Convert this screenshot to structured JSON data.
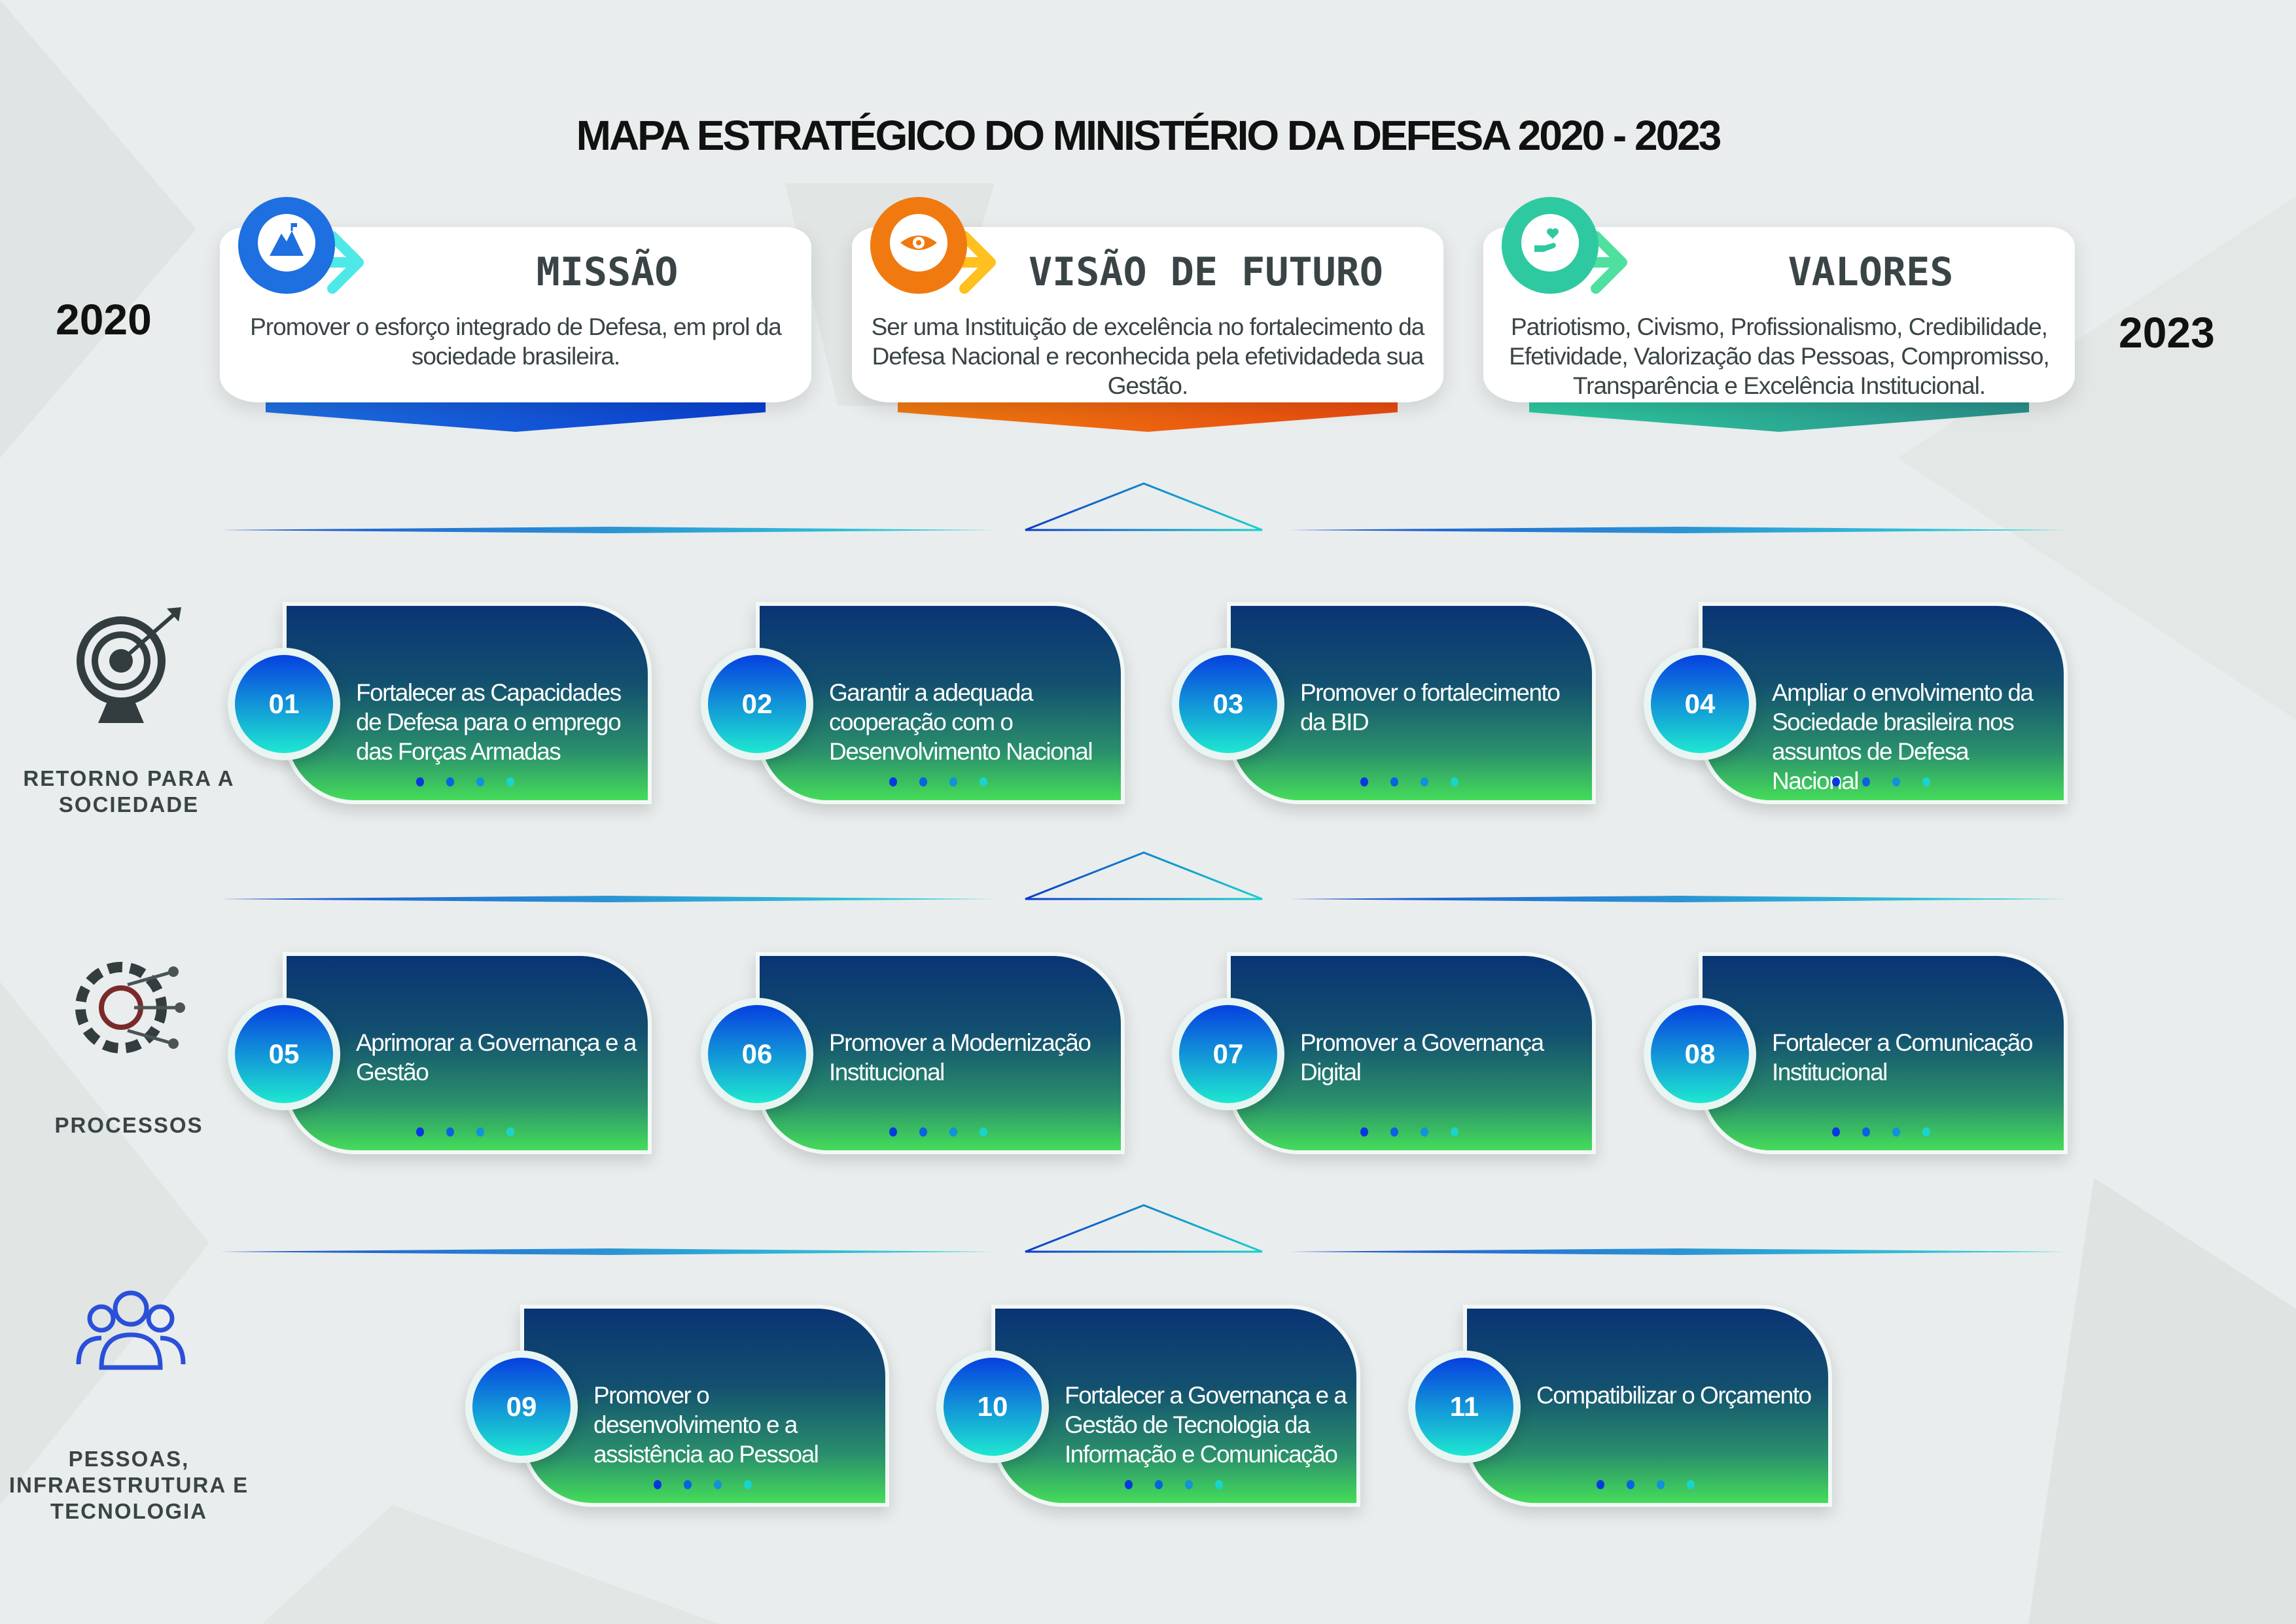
{
  "title": "MAPA ESTRATÉGICO DO MINISTÉRIO DA DEFESA 2020 - 2023",
  "year_start": "2020",
  "year_end": "2023",
  "top_boxes": [
    {
      "heading": "MISSÃO",
      "body": "Promover o esforço integrado de Defesa, em prol da sociedade brasileira.",
      "icon": "mountain-flag-icon",
      "color": "#1e6fe0"
    },
    {
      "heading": "VISÃO DE FUTURO",
      "body": "Ser uma Instituição de excelência no fortalecimento da Defesa Nacional e reconhecida pela efetividadeda sua Gestão.",
      "icon": "eye-icon",
      "color": "#f07a10"
    },
    {
      "heading": "VALORES",
      "body": "Patriotismo, Civismo, Profissionalismo, Credibilidade, Efetividade, Valorização das Pessoas, Compromisso, Transparência e Excelência Institucional.",
      "icon": "hand-heart-icon",
      "color": "#2ec9a0"
    }
  ],
  "perspectives": [
    {
      "label": "RETORNO PARA A SOCIEDADE",
      "icon": "target-icon"
    },
    {
      "label": "PROCESSOS",
      "icon": "gear-circuit-icon"
    },
    {
      "label": "PESSOAS, INFRAESTRUTURA E TECNOLOGIA",
      "icon": "people-icon"
    }
  ],
  "objectives": [
    {
      "num": "01",
      "text": "Fortalecer as Capacidades de Defesa para o emprego das Forças Armadas"
    },
    {
      "num": "02",
      "text": "Garantir a adequada cooperação com o Desenvolvimento Nacional"
    },
    {
      "num": "03",
      "text": "Promover o fortalecimento da BID"
    },
    {
      "num": "04",
      "text": "Ampliar o envolvimento da Sociedade brasileira nos assuntos de Defesa Nacional"
    },
    {
      "num": "05",
      "text": "Aprimorar a Governança e a Gestão"
    },
    {
      "num": "06",
      "text": "Promover a  Modernização Institucional"
    },
    {
      "num": "07",
      "text": "Promover a Governança Digital"
    },
    {
      "num": "08",
      "text": "Fortalecer a Comunicação Institucional"
    },
    {
      "num": "09",
      "text": "Promover o desenvolvimento e a assistência ao Pessoal"
    },
    {
      "num": "10",
      "text": "Fortalecer a Governança e a Gestão de Tecnologia da Informação e Comunicação"
    },
    {
      "num": "11",
      "text": "Compatibilizar o Orçamento"
    }
  ]
}
